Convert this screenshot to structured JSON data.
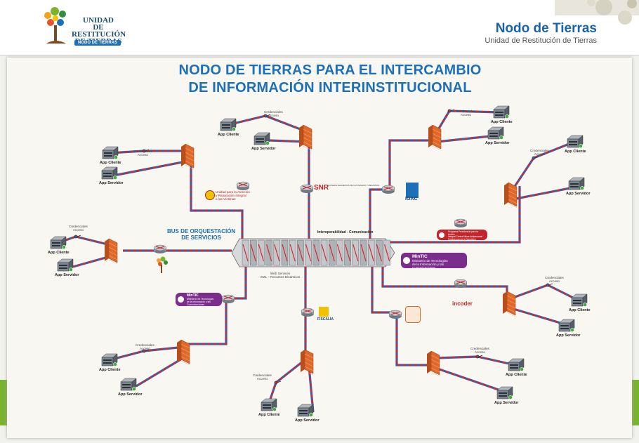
{
  "header": {
    "logo": {
      "line1": "UNIDAD",
      "line2": "DE RESTITUCIÓN",
      "line3": "DE TIERRAS",
      "badge": "NODO DE TIERRAS"
    },
    "title": "Nodo de Tierras",
    "subtitle": "Unidad de Restitución de Tierras"
  },
  "diagram": {
    "title_line1": "NODO DE TIERRAS PARA EL INTERCAMBIO",
    "title_line2": "DE INFORMACIÓN INTERINSTITUCIONAL",
    "bus_label_line1": "BUS DE ORQUESTACIÓN",
    "bus_label_line2": "DE SERVICIOS",
    "interop_label": "Interoperabilidad - Comunicacion",
    "ws_line1": "Web Services",
    "ws_line2": "XML – Recursos Dinámicos",
    "node_labels": {
      "client": "App Cliente",
      "server": "App Servidor",
      "cred1": "Credenciales",
      "cred2": "Acceso"
    },
    "entities": {
      "snr": {
        "abbr": "SNR",
        "name": "SUPERINTENDENCIA DE NOTARIADO Y REGISTRO"
      },
      "igac": {
        "abbr": "IGAC"
      },
      "victimas": {
        "line1": "Unidad para la Atención",
        "line2": "y Reparación Integral",
        "line3": "a las Víctimas"
      },
      "consolidacion": {
        "line1": "Programa Presidencial para la Acción",
        "line2": "Integral Contra Minas Antipersonal",
        "line3": "Presidencia de la República"
      },
      "mintic_big": {
        "abbr": "MinTIC",
        "line1": "Ministerio de Tecnologías",
        "line2": "de la Información y las Comunicaciones"
      },
      "mintic_small": {
        "abbr": "MinTIC",
        "line1": "Ministerio de Tecnologías",
        "line2": "de la Información y las Comunicaciones"
      },
      "incoder": {
        "abbr": "incoder"
      },
      "fiscalia": {
        "abbr": "FISCALÍA"
      }
    },
    "colors": {
      "title": "#1d6fb8",
      "link_red": "#d9262b",
      "link_blue": "#3a5fa8",
      "firewall": "#e0692a",
      "mintic": "#7b2d8c",
      "green": "#79b330"
    }
  }
}
